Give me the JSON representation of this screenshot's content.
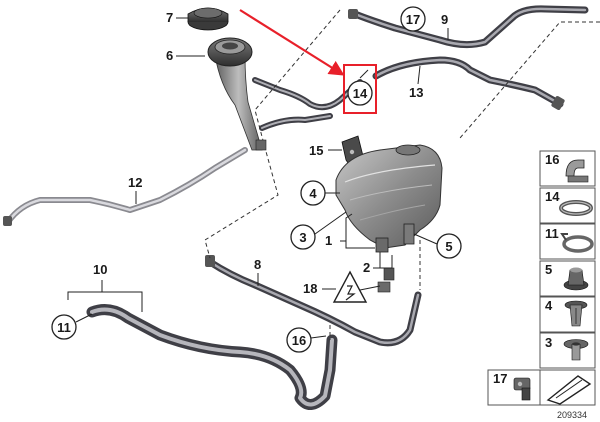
{
  "callouts": {
    "n1": "1",
    "n2": "2",
    "n3": "3",
    "n4": "4",
    "n5": "5",
    "n6": "6",
    "n7": "7",
    "n8": "8",
    "n9": "9",
    "n10": "10",
    "n11": "11",
    "n12": "12",
    "n13": "13",
    "n14": "14",
    "n15": "15",
    "n16": "16",
    "n17": "17",
    "n18": "18"
  },
  "legend": {
    "items": [
      {
        "label": "16",
        "icon": "hose-clamp-clip-icon"
      },
      {
        "label": "14",
        "icon": "band-clamp-icon"
      },
      {
        "label": "11",
        "icon": "spring-clamp-icon"
      },
      {
        "label": "5",
        "icon": "rubber-grommet-icon"
      },
      {
        "label": "4",
        "icon": "expanding-rivet-icon"
      },
      {
        "label": "3",
        "icon": "push-nut-icon"
      },
      {
        "label": "17",
        "icon": "quick-connector-icon"
      }
    ],
    "arrow_icon": "direction-arrow-icon"
  },
  "footer": {
    "diagram_number": "209334"
  },
  "highlight": {
    "label": "14",
    "color": "#e8202a"
  },
  "colors": {
    "hose": "#4d4d55",
    "hose_light": "#b9b9bf",
    "tank": "#9c9c9c",
    "accent": "#e8202a"
  }
}
